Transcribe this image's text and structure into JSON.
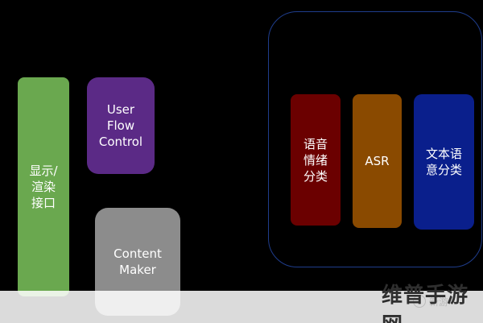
{
  "diagram": {
    "left_blocks": {
      "display_interface": "显示/\n渲染\n接口",
      "user_flow_control": "User\nFlow\nControl",
      "content_maker": "Content\nMaker"
    },
    "grouped_blocks": {
      "speech_emotion_classification": "语音\n情绪\n分类",
      "asr": "ASR",
      "text_intent_classification": "文本语\n意分类"
    }
  },
  "watermark": {
    "small_text": "新游",
    "main_text": "维普手游网"
  },
  "colors": {
    "background": "#000000",
    "display_interface": "#6aa84f",
    "user_flow_control": "#5b2a86",
    "content_maker": "#8c8c8c",
    "speech_emotion": "#6b0000",
    "asr": "#8a4a00",
    "text_intent": "#0a1f8c",
    "group_border": "#1f3d8c"
  }
}
